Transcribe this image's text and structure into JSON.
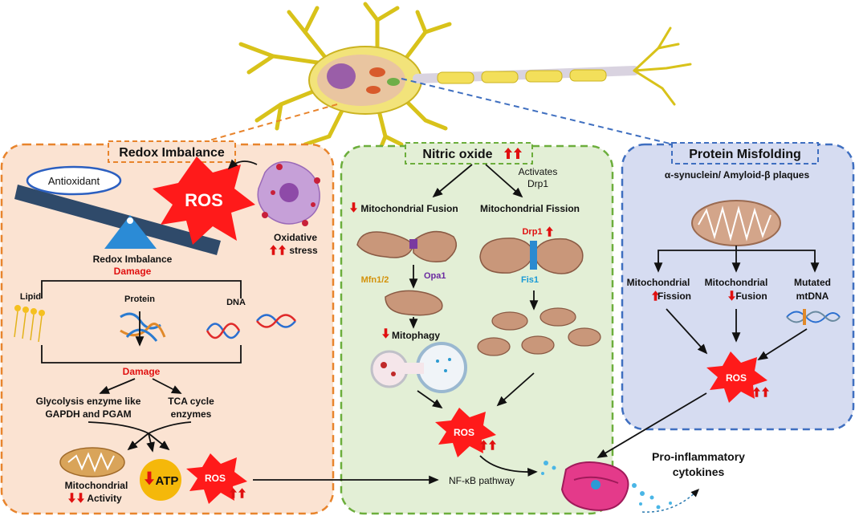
{
  "panels": {
    "redox": {
      "title": "Redox Imbalance",
      "antioxidant": "Antioxidant",
      "ros": "ROS",
      "oxidative": "Oxidative",
      "stress": "stress",
      "redox_label": "Redox Imbalance",
      "damage_top": "Damage",
      "lipid": "Lipid",
      "protein": "Protein",
      "dna": "DNA",
      "damage_mid": "Damage",
      "glyco_line1": "Glycolysis enzyme like",
      "glyco_line2": "GAPDH and PGAM",
      "tca_line1": "TCA cycle",
      "tca_line2": "enzymes",
      "mito_line1": "Mitochondrial",
      "mito_line2": "Activity",
      "atp": "ATP",
      "ros_bottom": "ROS"
    },
    "nitric": {
      "title": "Nitric oxide",
      "activates_line1": "Activates",
      "activates_line2": "Drp1",
      "fusion": "Mitochondrial Fusion",
      "fission": "Mitochondrial Fission",
      "opa1": "Opa1",
      "mfn": "Mfn1/2",
      "drp1": "Drp1",
      "fis1": "Fis1",
      "mitophagy": "Mitophagy",
      "ros": "ROS",
      "nfkb": "NF-κB pathway"
    },
    "misfold": {
      "title": "Protein Misfolding",
      "subtitle": "α-synuclein/ Amyloid-β plaques",
      "fission_line1": "Mitochondrial",
      "fission_line2": "Fission",
      "fusion_line1": "Mitochondrial",
      "fusion_line2": "Fusion",
      "mutated_line1": "Mutated",
      "mutated_line2": "mtDNA",
      "ros": "ROS"
    }
  },
  "cytokines": {
    "line1": "Pro-inflammatory",
    "line2": "cytokines"
  },
  "colors": {
    "redox_border": "#e8842c",
    "redox_fill": "#fbe3d2",
    "nitric_border": "#6cae3c",
    "nitric_fill": "#e3efd6",
    "misfold_border": "#3f6fc0",
    "misfold_fill": "#d6dcf1",
    "ros_star": "#ff1a1a",
    "up_arrow": "#e01010"
  }
}
